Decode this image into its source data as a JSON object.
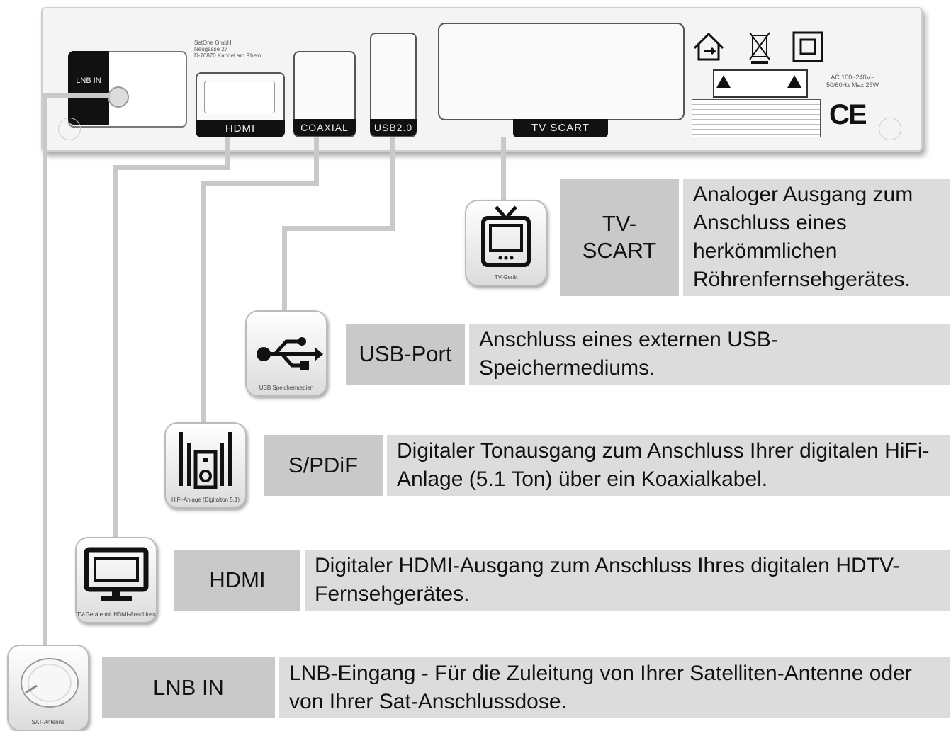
{
  "device": {
    "lnb_port_label": "LNB IN",
    "hdmi_port_label": "HDMI",
    "coaxial_port_label": "COAXIAL",
    "usb_port_label": "USB2.0",
    "scart_port_label": "TV SCART",
    "address_line1": "SetOne GmbH",
    "address_line2": "Neugasse 27",
    "address_line3": "D-76870 Kandel am Rhein",
    "power_line1": "AC 100~240V~",
    "power_line2": "50/60Hz Max 25W",
    "ce_mark": "CE"
  },
  "connections": [
    {
      "name": "TV-SCART",
      "label": "TV-\nSCART",
      "description": "Analoger Ausgang zum Anschluss eines herkömmlichen Röhrenfernsehgerätes.",
      "icon": "tv-icon",
      "icon_caption": "TV-Gerät"
    },
    {
      "name": "USB-Port",
      "label": "USB-Port",
      "description": "Anschluss eines externen USB-Speichermediums.",
      "icon": "usb-icon",
      "icon_caption": "USB Speichermedien"
    },
    {
      "name": "S/PDiF",
      "label": "S/PDiF",
      "description": "Digitaler Tonausgang zum Anschluss Ihrer digitalen HiFi-Anlage (5.1 Ton) über ein Koaxialkabel.",
      "icon": "hifi-icon",
      "icon_caption": "HiFi-Anlage (Digitalton 5.1)"
    },
    {
      "name": "HDMI",
      "label": "HDMI",
      "description": "Digitaler HDMI-Ausgang zum Anschluss Ihres digitalen HDTV-Fernsehgerätes.",
      "icon": "monitor-icon",
      "icon_caption": "TV-Geräte mit HDMI-Anschluss"
    },
    {
      "name": "LNB IN",
      "label": "LNB IN",
      "description": "LNB-Eingang - Für die Zuleitung von Ihrer Satelliten-Antenne oder von Ihrer Sat-Anschlussdose.",
      "icon": "satellite-dish-icon",
      "icon_caption": "SAT-Antenne"
    }
  ]
}
